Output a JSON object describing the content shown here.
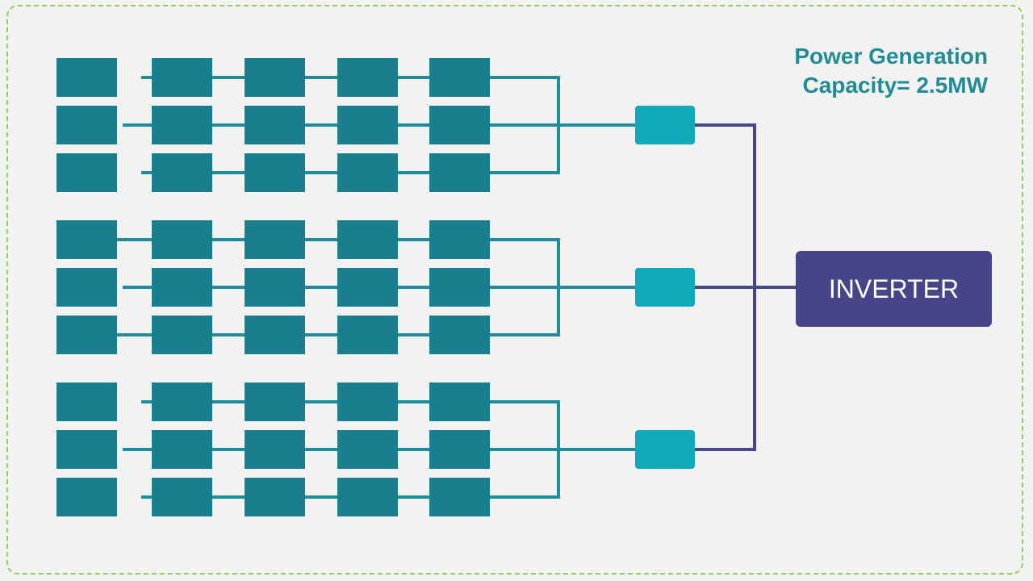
{
  "caption": {
    "line1": "Power Generation",
    "line2": "Capacity= 2.5MW"
  },
  "inverter": {
    "label": "INVERTER"
  },
  "array_groups": [
    {
      "rows": 3,
      "columns": 5
    },
    {
      "rows": 3,
      "columns": 5
    },
    {
      "rows": 3,
      "columns": 5
    }
  ],
  "colors": {
    "background": "#f2f2f2",
    "border": "#8fcf5a",
    "panel": "#1a7f8d",
    "combiner": "#10a9b9",
    "dc_wire": "#1f8c9a",
    "ac_wire": "#4a4684",
    "inverter": "#47448a",
    "caption": "#1f8c96"
  }
}
